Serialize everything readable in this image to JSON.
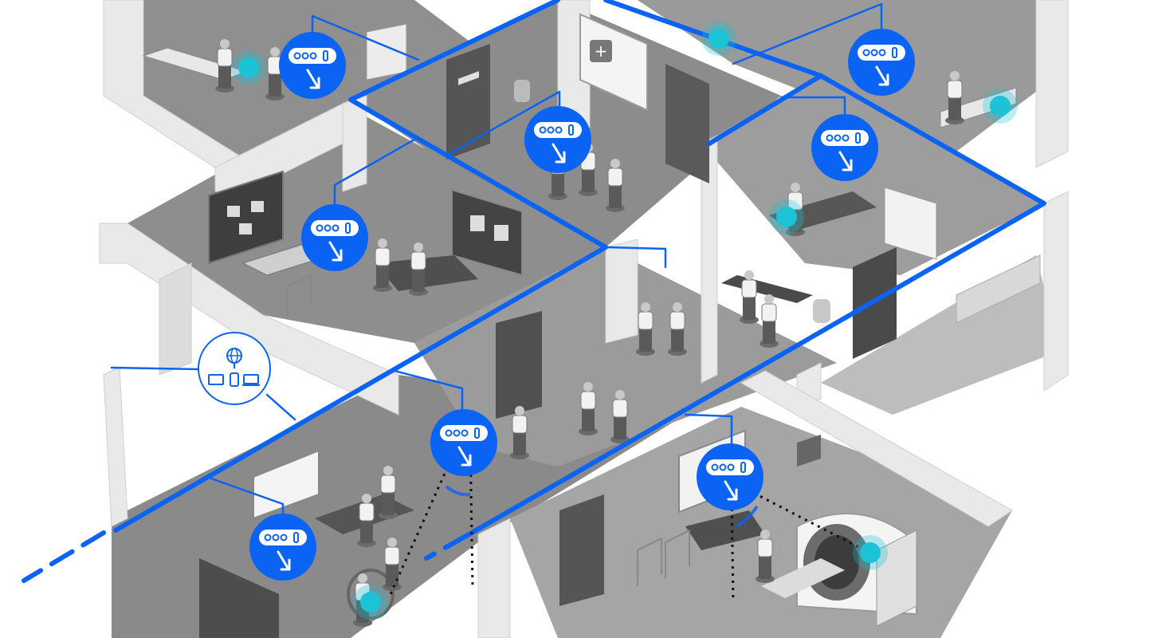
{
  "colors": {
    "network_blue": "#0b63f3",
    "locator_cyan": "#1cc3d6",
    "floor_gray": "#9a9a9a",
    "wall_light": "#e6e6e6",
    "furniture_dark": "#4a4a4a"
  },
  "icons": {
    "gateway": "network-gateway-icon",
    "node": "wireless-node-icon",
    "locator": "location-tag-icon"
  },
  "rooms": [
    {
      "id": "exam-room-top-left",
      "contents": [
        "patient-bed",
        "doctor",
        "nurse"
      ]
    },
    {
      "id": "reception-hall",
      "contents": [
        "first-aid-sign",
        "door",
        "water-cooler",
        "doctors"
      ]
    },
    {
      "id": "ward-room-top-right",
      "contents": [
        "patient-bed",
        "doctor"
      ]
    },
    {
      "id": "consultation-room",
      "contents": [
        "notice-board",
        "desk",
        "doctor",
        "patient",
        "wall-poster"
      ]
    },
    {
      "id": "treatment-room-right",
      "contents": [
        "exam-table",
        "cabinet",
        "patient",
        "doctor"
      ]
    },
    {
      "id": "main-corridor",
      "contents": [
        "patients",
        "walkers",
        "doors",
        "waiting-bench"
      ]
    },
    {
      "id": "waiting-area-lower-left",
      "contents": [
        "ambulance-poster",
        "bench",
        "wheelchair-patient"
      ]
    },
    {
      "id": "imaging-room",
      "contents": [
        "mri-scanner",
        "chairs",
        "door",
        "poster"
      ]
    }
  ]
}
